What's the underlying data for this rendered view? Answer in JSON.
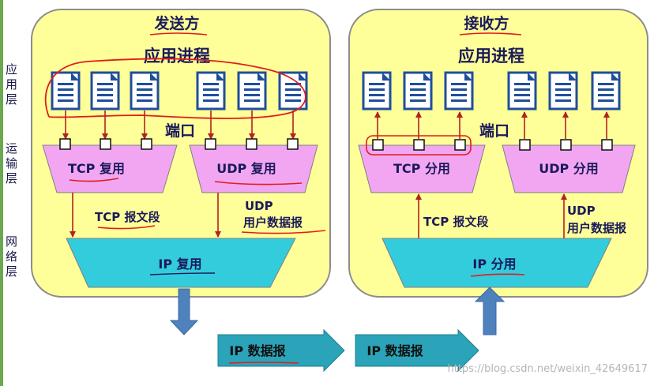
{
  "layers": {
    "application": "应用层",
    "transport": "运输层",
    "network": "网络层"
  },
  "sender": {
    "title": "发送方",
    "process_label": "应用进程",
    "port_label": "端口",
    "tcp_box": "TCP 复用",
    "udp_box": "UDP 复用",
    "tcp_segment": "TCP 报文段",
    "udp_label_1": "UDP",
    "udp_label_2": "用户数据报",
    "ip_box": "IP 复用"
  },
  "receiver": {
    "title": "接收方",
    "process_label": "应用进程",
    "port_label": "端口",
    "tcp_box": "TCP 分用",
    "udp_box": "UDP 分用",
    "tcp_segment": "TCP 报文段",
    "udp_label_1": "UDP",
    "udp_label_2": "用户数据报",
    "ip_box": "IP 分用"
  },
  "datagrams": [
    "IP 数据报",
    "IP 数据报"
  ],
  "watermark": "https://blog.csdn.net/weixin_42649617",
  "colors": {
    "panel": "#ffff99",
    "panel_border": "#7f7f7f",
    "transport_box": "#f2a6f2",
    "ip_box": "#33ccdd",
    "doc_icon": "#1f4e9c",
    "arrow": "#b22222",
    "down_arrow": "#4f81bd",
    "datagram": "#2ba3b8",
    "annotation": "#e21c1c"
  }
}
